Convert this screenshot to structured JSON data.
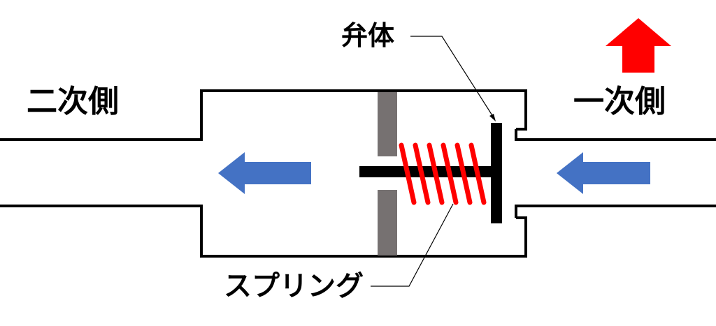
{
  "labels": {
    "secondary_side": "二次側",
    "primary_side": "一次側",
    "valve_body": "弁体",
    "spring": "スプリング"
  },
  "colors": {
    "line": "#000000",
    "flow_arrow": "#4472C4",
    "pressure_arrow": "#FF0000",
    "spring": "#FF0000",
    "partition": "#767171",
    "valve": "#000000"
  },
  "icons": {
    "flow_arrows": "arrow-left-icon",
    "pressure_arrow": "arrow-up-icon"
  }
}
